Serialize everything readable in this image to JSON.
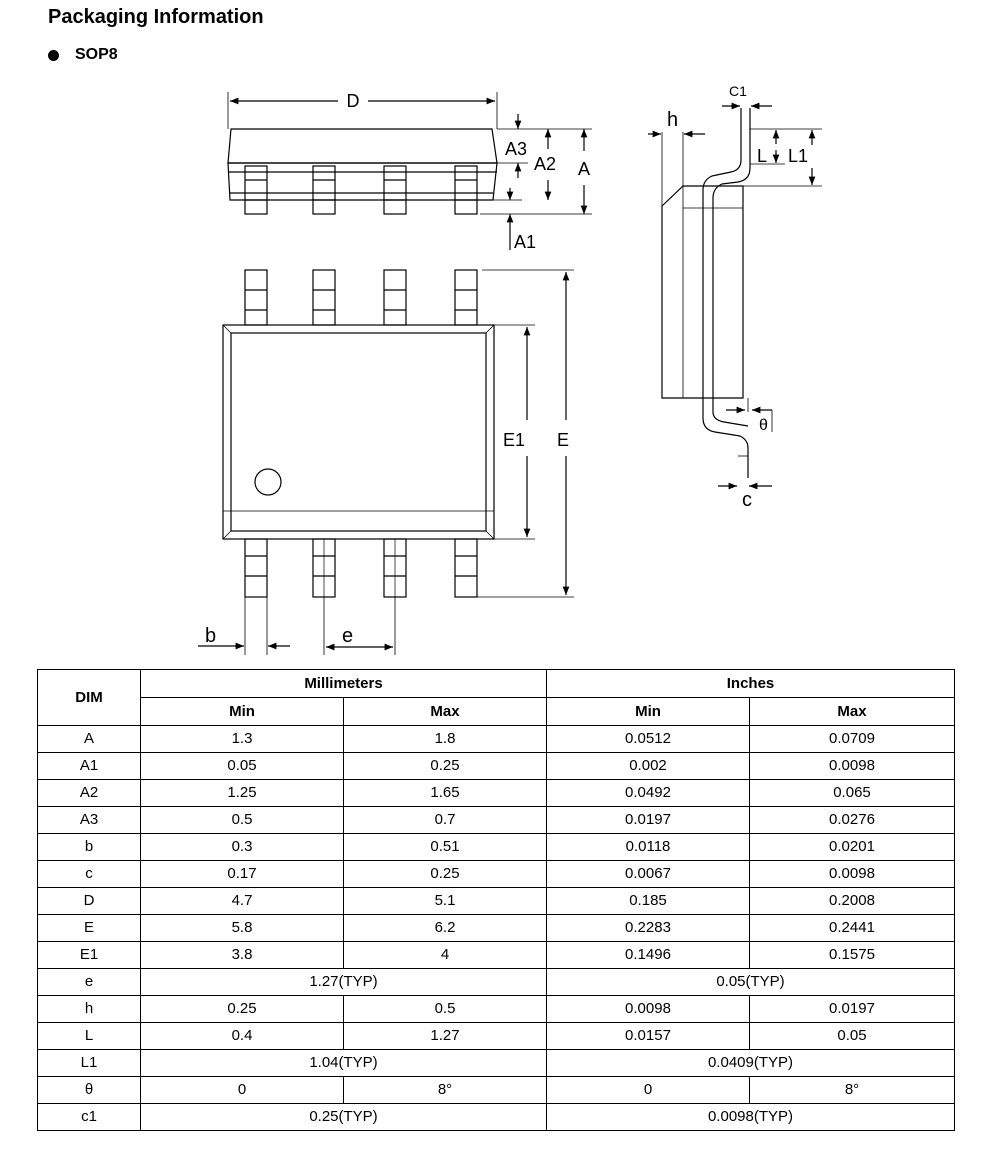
{
  "page": {
    "title": "Packaging Information",
    "subtitle": "SOP8"
  },
  "drawing": {
    "labels": {
      "D": "D",
      "A3": "A3",
      "A2": "A2",
      "A": "A",
      "A1": "A1",
      "E1": "E1",
      "E": "E",
      "b": "b",
      "e": "e",
      "h": "h",
      "c1": "C1",
      "L": "L",
      "L1": "L1",
      "theta": "θ",
      "c": "c"
    }
  },
  "table": {
    "dim_header": "DIM",
    "groups": [
      "Millimeters",
      "Inches"
    ],
    "subheaders": [
      "Min",
      "Max",
      "Min",
      "Max"
    ],
    "rows": [
      {
        "dim": "A",
        "mm_min": "1.3",
        "mm_max": "1.8",
        "in_min": "0.0512",
        "in_max": "0.0709"
      },
      {
        "dim": "A1",
        "mm_min": "0.05",
        "mm_max": "0.25",
        "in_min": "0.002",
        "in_max": "0.0098"
      },
      {
        "dim": "A2",
        "mm_min": "1.25",
        "mm_max": "1.65",
        "in_min": "0.0492",
        "in_max": "0.065"
      },
      {
        "dim": "A3",
        "mm_min": "0.5",
        "mm_max": "0.7",
        "in_min": "0.0197",
        "in_max": "0.0276"
      },
      {
        "dim": "b",
        "mm_min": "0.3",
        "mm_max": "0.51",
        "in_min": "0.0118",
        "in_max": "0.0201"
      },
      {
        "dim": "c",
        "mm_min": "0.17",
        "mm_max": "0.25",
        "in_min": "0.0067",
        "in_max": "0.0098"
      },
      {
        "dim": "D",
        "mm_min": "4.7",
        "mm_max": "5.1",
        "in_min": "0.185",
        "in_max": "0.2008"
      },
      {
        "dim": "E",
        "mm_min": "5.8",
        "mm_max": "6.2",
        "in_min": "0.2283",
        "in_max": "0.2441"
      },
      {
        "dim": "E1",
        "mm_min": "3.8",
        "mm_max": "4",
        "in_min": "0.1496",
        "in_max": "0.1575"
      },
      {
        "dim": "e",
        "mm_typ": "1.27(TYP)",
        "in_typ": "0.05(TYP)"
      },
      {
        "dim": "h",
        "mm_min": "0.25",
        "mm_max": "0.5",
        "in_min": "0.0098",
        "in_max": "0.0197"
      },
      {
        "dim": "L",
        "mm_min": "0.4",
        "mm_max": "1.27",
        "in_min": "0.0157",
        "in_max": "0.05"
      },
      {
        "dim": "L1",
        "mm_typ": "1.04(TYP)",
        "in_typ": "0.0409(TYP)"
      },
      {
        "dim": "θ",
        "mm_min": "0",
        "mm_max": "8°",
        "in_min": "0",
        "in_max": "8°"
      },
      {
        "dim": "c1",
        "mm_typ": "0.25(TYP)",
        "in_typ": "0.0098(TYP)"
      }
    ]
  }
}
